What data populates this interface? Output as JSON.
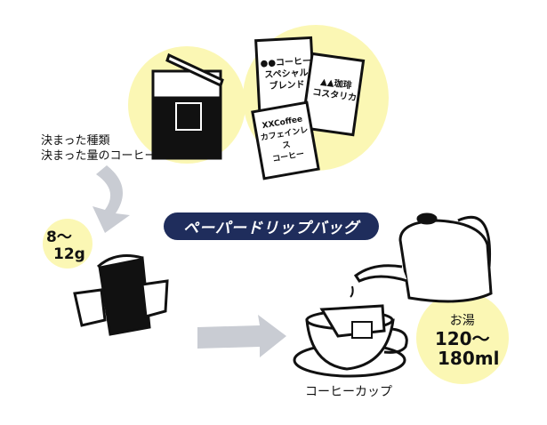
{
  "colors": {
    "highlight": "#fbf7b4",
    "banner": "#1f2d5c",
    "arrow": "#c9ccd3",
    "ink": "#111111"
  },
  "note": {
    "line1": "決まった種類",
    "line2": "決まった量のコーヒー"
  },
  "banner": {
    "label": "ペーパードリップバッグ"
  },
  "dose": {
    "line1": "8～",
    "line2": "12g"
  },
  "packages": [
    {
      "line1": "●●コーヒー",
      "line2": "スペシャル",
      "line3": "ブレンド"
    },
    {
      "line1": "▲▲珈琲",
      "line2": "コスタリカ"
    },
    {
      "line1": "XXCoffee",
      "line2": "カフェインレス",
      "line3": "コーヒー"
    }
  ],
  "cup": {
    "label": "コーヒーカップ"
  },
  "water": {
    "line1": "お湯",
    "line2": "120～",
    "line3": "180ml"
  }
}
